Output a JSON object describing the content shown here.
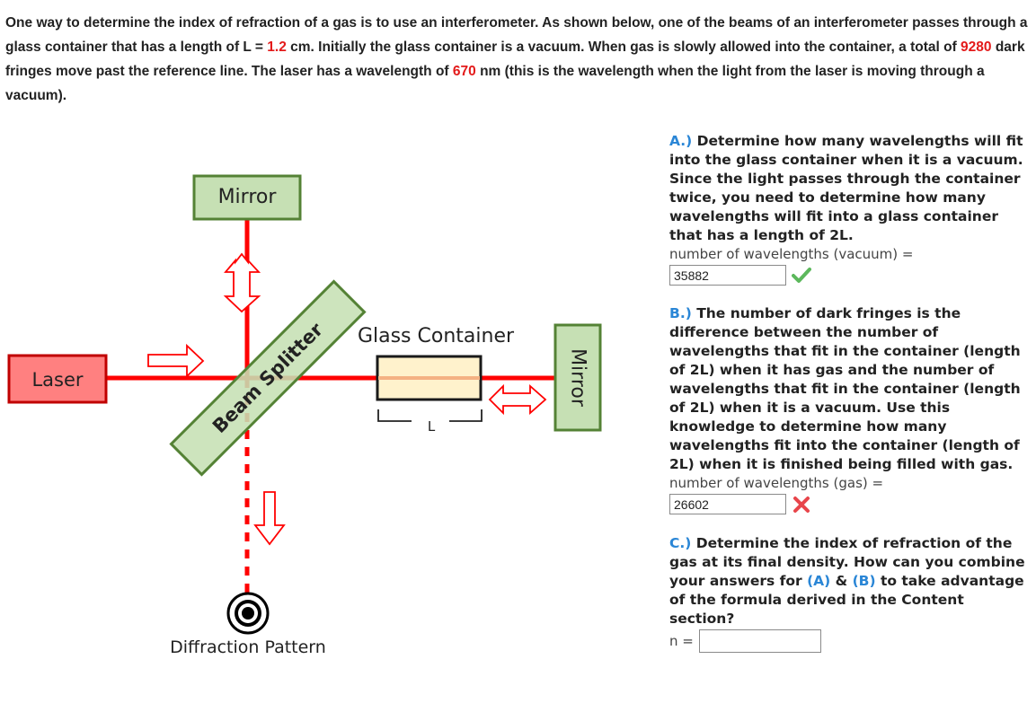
{
  "intro": {
    "p1": "One way to determine the index of refraction of a gas is to use an interferometer. As shown below, one of the beams of an interferometer passes through a glass container that has a length of L = ",
    "L_value": "1.2",
    "p2": " cm. Initially the glass container is a vacuum. When gas is slowly allowed into the container, a total of ",
    "fringes": "9280",
    "p3": " dark fringes move past the reference line. The laser has a wavelength of ",
    "wavelength": "670",
    "p4": " nm (this is the wavelength when the light from the laser is moving through a vacuum)."
  },
  "diagram": {
    "mirror_top": "Mirror",
    "mirror_right": "Mirror",
    "laser": "Laser",
    "beam_splitter": "Beam Splitter",
    "glass_container": "Glass Container",
    "length_label": "L",
    "diffraction": "Diffraction Pattern"
  },
  "questions": {
    "a": {
      "letter": "A.)",
      "text": " Determine how many wavelengths will fit into the glass container when it is a vacuum. Since the light passes through the container twice, you need to determine how many wavelengths will fit into a glass container that has a length of 2L.",
      "label": "number of wavelengths (vacuum) =",
      "value": "35882",
      "status": "correct"
    },
    "b": {
      "letter": "B.)",
      "text": " The number of dark fringes is the difference between the number of wavelengths that fit in the container (length of 2L) when it has gas and the number of wavelengths that fit in the container (length of 2L) when it is a vacuum. Use this knowledge to determine how many wavelengths fit into the container (length of 2L) when it is finished being filled with gas.",
      "label": "number of wavelengths (gas) =",
      "value": "26602",
      "status": "incorrect"
    },
    "c": {
      "letter": "C.)",
      "text1": " Determine the index of refraction of the gas at its final density. How can you combine your answers for ",
      "refA": "(A)",
      "amp": " & ",
      "refB": "(B)",
      "text2": " to take advantage of the formula derived in the Content section?",
      "label": "n =",
      "value": ""
    }
  },
  "colors": {
    "highlight": "#e31a1a",
    "accent": "#2a86d6",
    "beam": "#ff0000",
    "mirror_fill": "#c6e0b4",
    "mirror_border": "#548235",
    "laser_fill": "#ff8080",
    "container_fill": "#fff2cc",
    "check": "#5cb85c",
    "cross": "#e8454b"
  }
}
